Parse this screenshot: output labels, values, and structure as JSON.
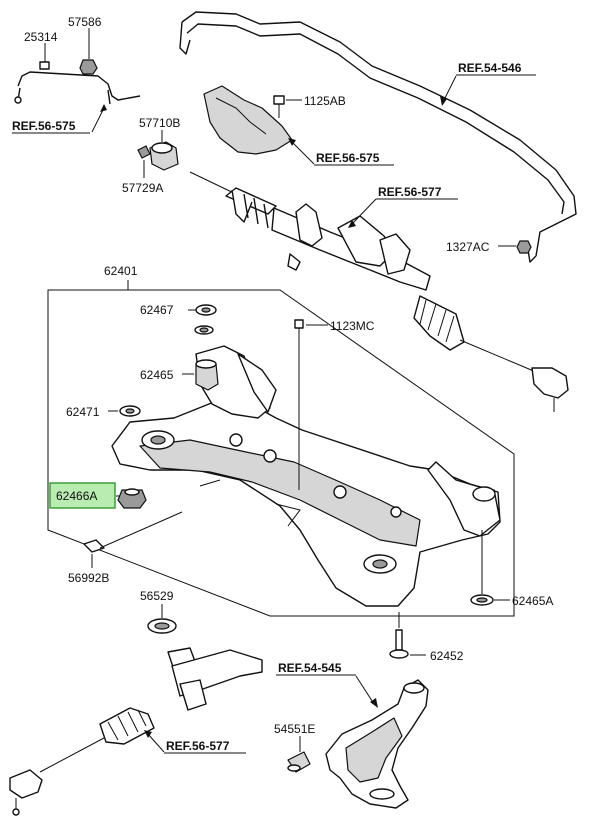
{
  "part_numbers": {
    "p25314": "25314",
    "p57586": "57586",
    "p57710B": "57710B",
    "p57729A": "57729A",
    "p1125AB": "1125AB",
    "p1327AC": "1327AC",
    "p62401": "62401",
    "p62467": "62467",
    "p1123MC": "1123MC",
    "p62465": "62465",
    "p62471": "62471",
    "p62466A": "62466A",
    "p56992B": "56992B",
    "p56529": "56529",
    "p62465A": "62465A",
    "p62452": "62452",
    "p54551E": "54551E"
  },
  "references": {
    "ref_56_575_a": "REF.56-575",
    "ref_56_575_b": "REF.56-575",
    "ref_54_546": "REF.54-546",
    "ref_56_577_a": "REF.56-577",
    "ref_56_577_b": "REF.56-577",
    "ref_54_545": "REF.54-545"
  },
  "highlight": {
    "part": "62466A",
    "fill_color": "#b9ecb0",
    "border_color": "#2e9a2e"
  }
}
